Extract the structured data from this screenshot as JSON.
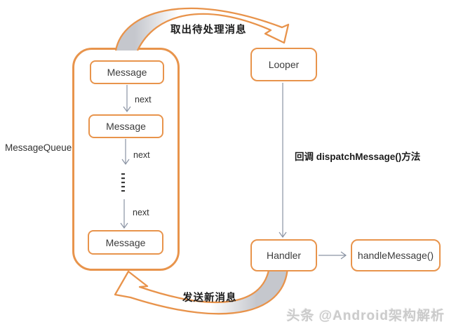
{
  "queue": {
    "label": "MessageQueue",
    "messages": [
      "Message",
      "Message",
      "Message"
    ],
    "next": "next"
  },
  "nodes": {
    "looper": "Looper",
    "handler": "Handler",
    "handle_message": "handleMessage()"
  },
  "edges": {
    "dequeue": "取出待处理消息",
    "dispatch": "回调 dispatchMessage()方法",
    "send": "发送新消息"
  },
  "watermark": "头条 @Android架构解析",
  "colors": {
    "accent_orange": "#E8944C",
    "arrow_fill_gray": "#C5C7CD",
    "connector_gray": "#8A93A3",
    "text_dark": "#3C3C3C",
    "watermark_gray": "#CBCBCB"
  }
}
